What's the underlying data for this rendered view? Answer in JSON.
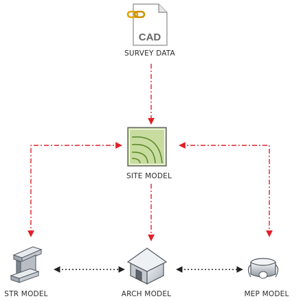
{
  "diagram": {
    "nodes": [
      {
        "id": "survey",
        "label": "SURVEY DATA",
        "icon": "cad-file-icon",
        "badge": "CAD"
      },
      {
        "id": "site",
        "label": "SITE MODEL",
        "icon": "site-model-icon"
      },
      {
        "id": "str",
        "label": "STR MODEL",
        "icon": "steel-beam-icon"
      },
      {
        "id": "arch",
        "label": "ARCH MODEL",
        "icon": "house-icon"
      },
      {
        "id": "mep",
        "label": "MEP MODEL",
        "icon": "duct-fitting-icon"
      }
    ],
    "edges": [
      {
        "from": "survey",
        "to": "site",
        "style": "dash-dot",
        "direction": "forward"
      },
      {
        "from": "site",
        "to": "arch",
        "style": "dash-dot",
        "direction": "forward"
      },
      {
        "from": "site",
        "to": "str",
        "style": "dash-dot",
        "direction": "both"
      },
      {
        "from": "site",
        "to": "mep",
        "style": "dash-dot",
        "direction": "both"
      },
      {
        "from": "str",
        "to": "arch",
        "style": "dotted",
        "direction": "both"
      },
      {
        "from": "arch",
        "to": "mep",
        "style": "dotted",
        "direction": "both"
      }
    ],
    "colors": {
      "link_red": "#e02028",
      "link_dark": "#222222",
      "site_green": "#c8dca0",
      "site_lines": "#5e8a2a",
      "chain_gold": "#e0a400",
      "icon_grey": "#9aa2aa"
    }
  }
}
